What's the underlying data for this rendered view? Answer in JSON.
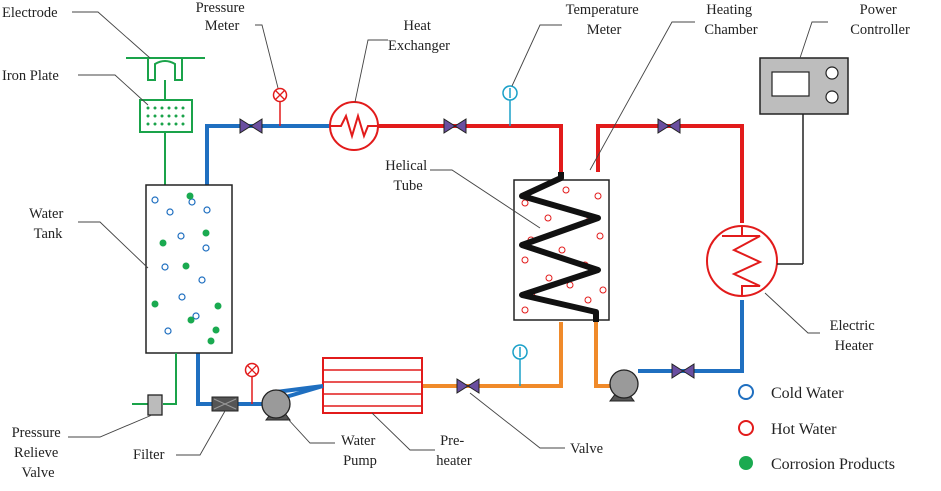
{
  "labels": {
    "electrode": "Electrode",
    "pressure_meter": [
      "Pressure",
      "Meter"
    ],
    "heat_exchanger": [
      "Heat",
      "Exchanger"
    ],
    "temperature_meter": [
      "Temperature",
      "Meter"
    ],
    "heating_chamber": [
      "Heating",
      "Chamber"
    ],
    "power_controller": [
      "Power",
      "Controller"
    ],
    "iron_plate": "Iron Plate",
    "water_tank": [
      "Water",
      "Tank"
    ],
    "helical_tube": [
      "Helical",
      "Tube"
    ],
    "electric_heater": [
      "Electric",
      "Heater"
    ],
    "pressure_relieve_valve": [
      "Pressure",
      "Relieve",
      "Valve"
    ],
    "filter": "Filter",
    "water_pump": [
      "Water",
      "Pump"
    ],
    "pre_heater": [
      "Pre-",
      "heater"
    ],
    "valve": "Valve"
  },
  "legend": {
    "cold": "Cold Water",
    "hot": "Hot Water",
    "corrosion": "Corrosion Products"
  },
  "colors": {
    "cold": "#1f6fc0",
    "hot": "#e21b1b",
    "preheated": "#f08a2a",
    "corrosion": "#1aaa50",
    "wire": "#1aa34a",
    "meter": "#1aa0c8",
    "valve": "#6a4fa0"
  }
}
